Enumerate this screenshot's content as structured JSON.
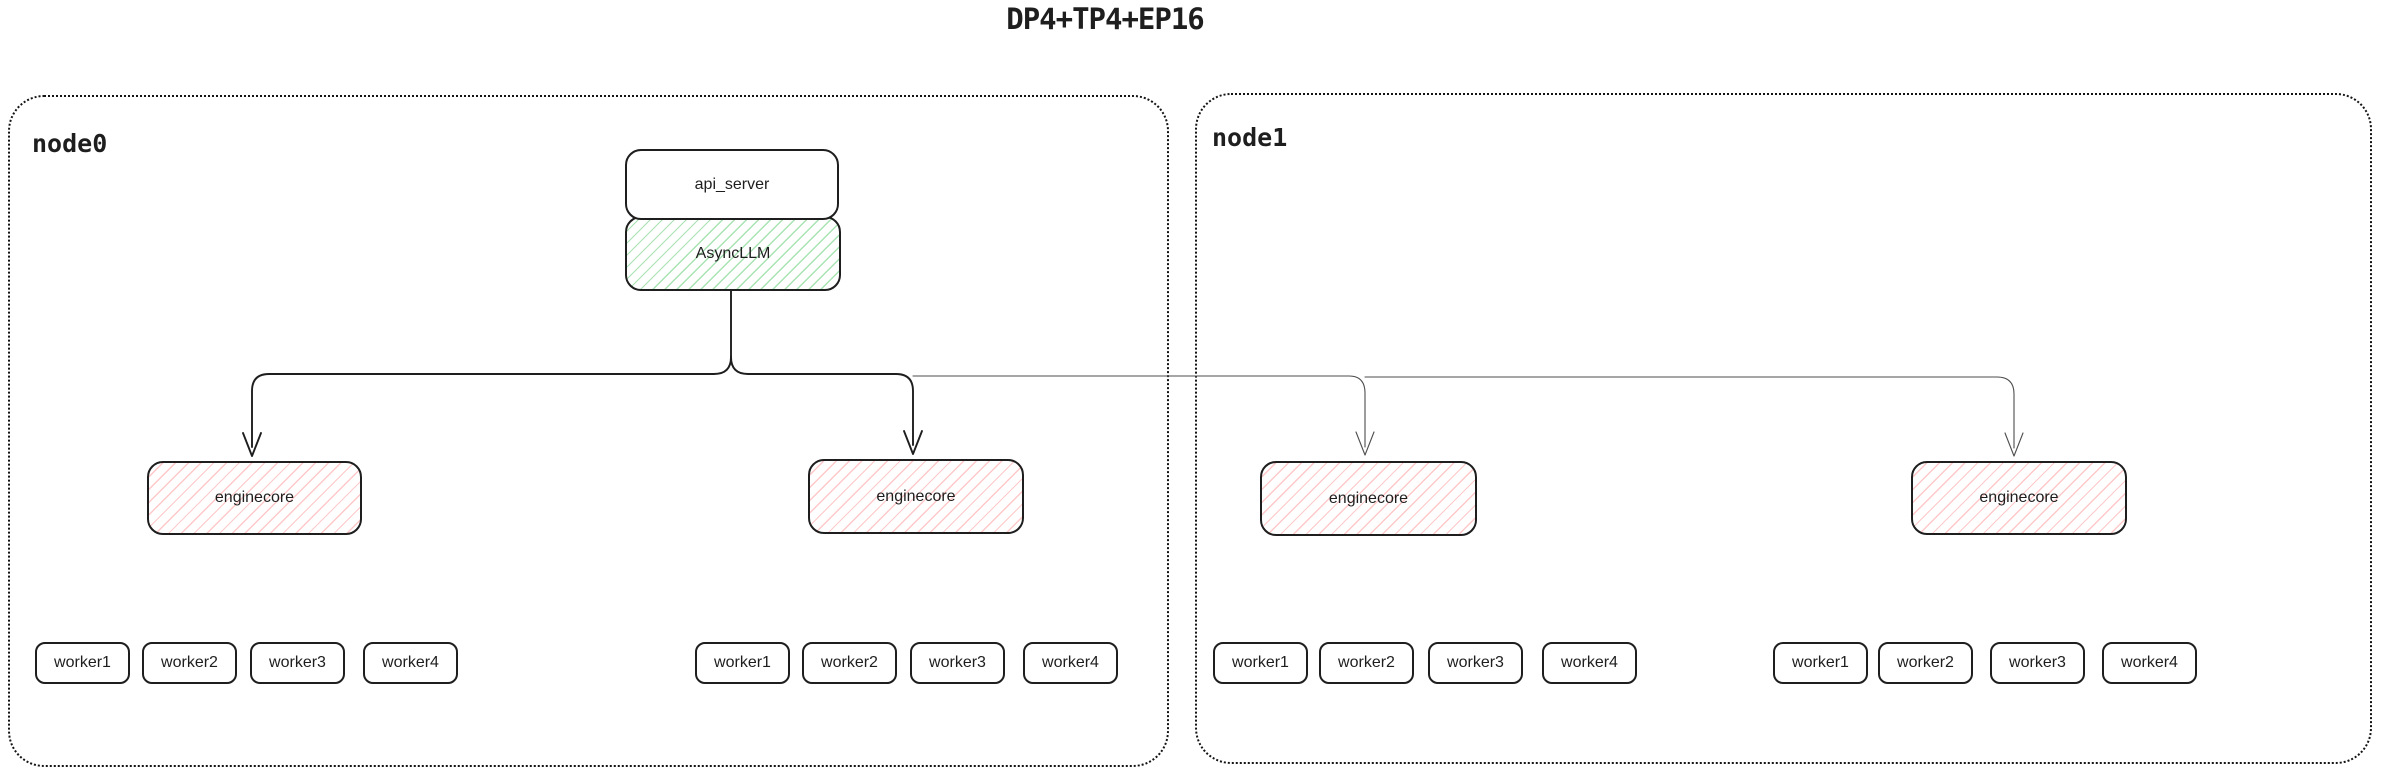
{
  "title": "DP4+TP4+EP16",
  "nodes": [
    {
      "label": "node0"
    },
    {
      "label": "node1"
    }
  ],
  "api_server": {
    "label": "api_server"
  },
  "async_llm": {
    "label": "AsyncLLM"
  },
  "groups": [
    {
      "node": "node0",
      "enginecore": "enginecore",
      "workers": [
        "worker1",
        "worker2",
        "worker3",
        "worker4"
      ]
    },
    {
      "node": "node0",
      "enginecore": "enginecore",
      "workers": [
        "worker1",
        "worker2",
        "worker3",
        "worker4"
      ]
    },
    {
      "node": "node1",
      "enginecore": "enginecore",
      "workers": [
        "worker1",
        "worker2",
        "worker3",
        "worker4"
      ]
    },
    {
      "node": "node1",
      "enginecore": "enginecore",
      "workers": [
        "worker1",
        "worker2",
        "worker3",
        "worker4"
      ]
    }
  ],
  "colors": {
    "stroke": "#1e1e1e",
    "thin_stroke": "#4d4d4d",
    "async_llm_hatch": "#40c057",
    "enginecore_hatch": "#ff8787",
    "background": "#ffffff"
  }
}
